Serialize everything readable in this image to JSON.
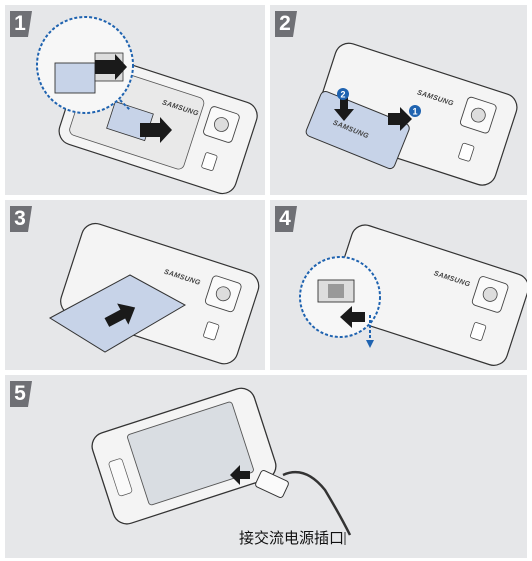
{
  "steps": [
    {
      "number": "1",
      "brand_text": "SAMSUNG"
    },
    {
      "number": "2",
      "brand_text": "SAMSUNG",
      "callouts": [
        "1",
        "2"
      ]
    },
    {
      "number": "3",
      "brand_text": "SAMSUNG"
    },
    {
      "number": "4",
      "brand_text": "SAMSUNG"
    },
    {
      "number": "5"
    }
  ],
  "caption": "接交流电源插口",
  "colors": {
    "panel_bg": "#e6e7e9",
    "badge": "#6f7075",
    "accent_blue": "#1f63b0",
    "battery_blue": "#c7d3e8",
    "phone_fill": "#f4f4f4",
    "outline": "#333333"
  }
}
